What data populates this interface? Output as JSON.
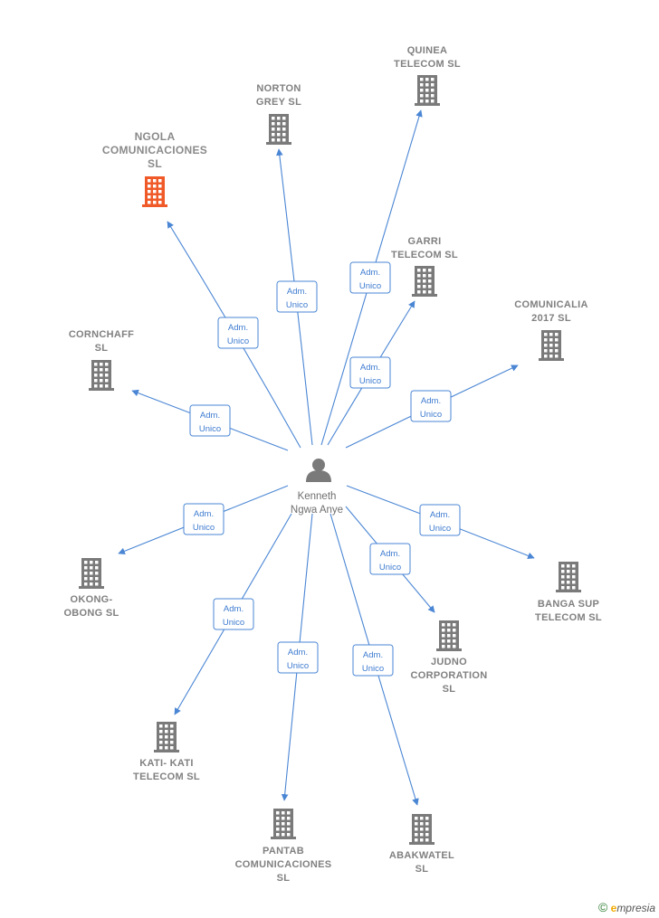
{
  "center": {
    "name_lines": [
      "Kenneth",
      "Ngwa Anye"
    ]
  },
  "relation_label_lines": [
    "Adm.",
    "Unico"
  ],
  "companies": [
    {
      "id": "quinea",
      "lines": [
        "QUINEA",
        "TELECOM  SL"
      ],
      "highlight": false
    },
    {
      "id": "norton",
      "lines": [
        "NORTON",
        "GREY  SL"
      ],
      "highlight": false
    },
    {
      "id": "ngola",
      "lines": [
        "NGOLA",
        "COMUNICACIONES",
        "SL"
      ],
      "highlight": true
    },
    {
      "id": "garri",
      "lines": [
        "GARRI",
        "TELECOM  SL"
      ],
      "highlight": false
    },
    {
      "id": "comunicalia",
      "lines": [
        "COMUNICALIA",
        "2017  SL"
      ],
      "highlight": false
    },
    {
      "id": "cornchaff",
      "lines": [
        "CORNCHAFF",
        "SL"
      ],
      "highlight": false
    },
    {
      "id": "okong",
      "lines": [
        "OKONG-",
        "OBONG  SL"
      ],
      "highlight": false
    },
    {
      "id": "banga",
      "lines": [
        "BANGA SUP",
        "TELECOM  SL"
      ],
      "highlight": false
    },
    {
      "id": "judno",
      "lines": [
        "JUDNO",
        "CORPORATION",
        "SL"
      ],
      "highlight": false
    },
    {
      "id": "kati",
      "lines": [
        "KATI- KATI",
        "TELECOM  SL"
      ],
      "highlight": false
    },
    {
      "id": "pantab",
      "lines": [
        "PANTAB",
        "COMUNICACIONES",
        "SL"
      ],
      "highlight": false
    },
    {
      "id": "abakwatel",
      "lines": [
        "ABAKWATEL",
        "SL"
      ],
      "highlight": false
    }
  ],
  "colors": {
    "edge": "#4a86d4",
    "building": "#7a7a7a",
    "building_highlight": "#f05a28",
    "label": "#808080"
  },
  "footer": {
    "copyright": "©",
    "brand_initial": "e",
    "brand_rest": "mpresia"
  }
}
